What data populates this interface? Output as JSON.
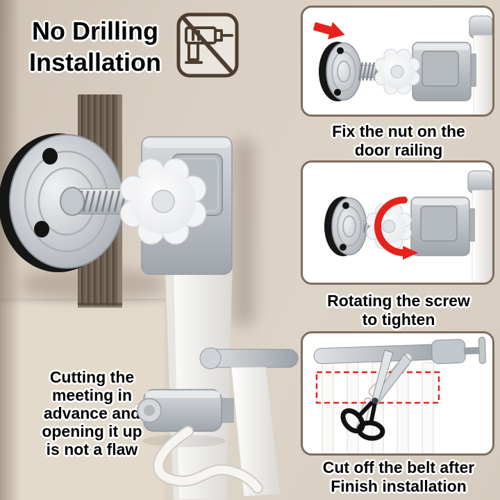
{
  "title": {
    "lines": [
      "No Drilling",
      "Installation"
    ]
  },
  "steps": [
    {
      "caption_lines": [
        "Fix the nut on the",
        "door railing"
      ]
    },
    {
      "caption_lines": [
        "Rotating the screw",
        "to tighten"
      ]
    },
    {
      "caption_lines": [
        "Cut off the belt after",
        "Finish installation"
      ]
    }
  ],
  "note": {
    "lines": [
      "Cutting the",
      "meeting in",
      "advance and",
      "opening it up",
      "is not a flaw"
    ]
  },
  "icons": {
    "no_drilling": "crossed-out power drill",
    "step1_arrow": "red arrow pointing right",
    "step2_rotate": "red circular rotation arrow",
    "step3_scissors": "scissors cutting belt"
  },
  "colors": {
    "wall": "#d8cec1",
    "floor": "#e3dacc",
    "dark_frame": "#6d6052",
    "panel_bg": "#ffffff",
    "panel_border": "#7e6d5b",
    "accent_red": "#e5231c",
    "metal": "#aab0b6",
    "text": "#000000",
    "text_outline": "#ffffff"
  }
}
